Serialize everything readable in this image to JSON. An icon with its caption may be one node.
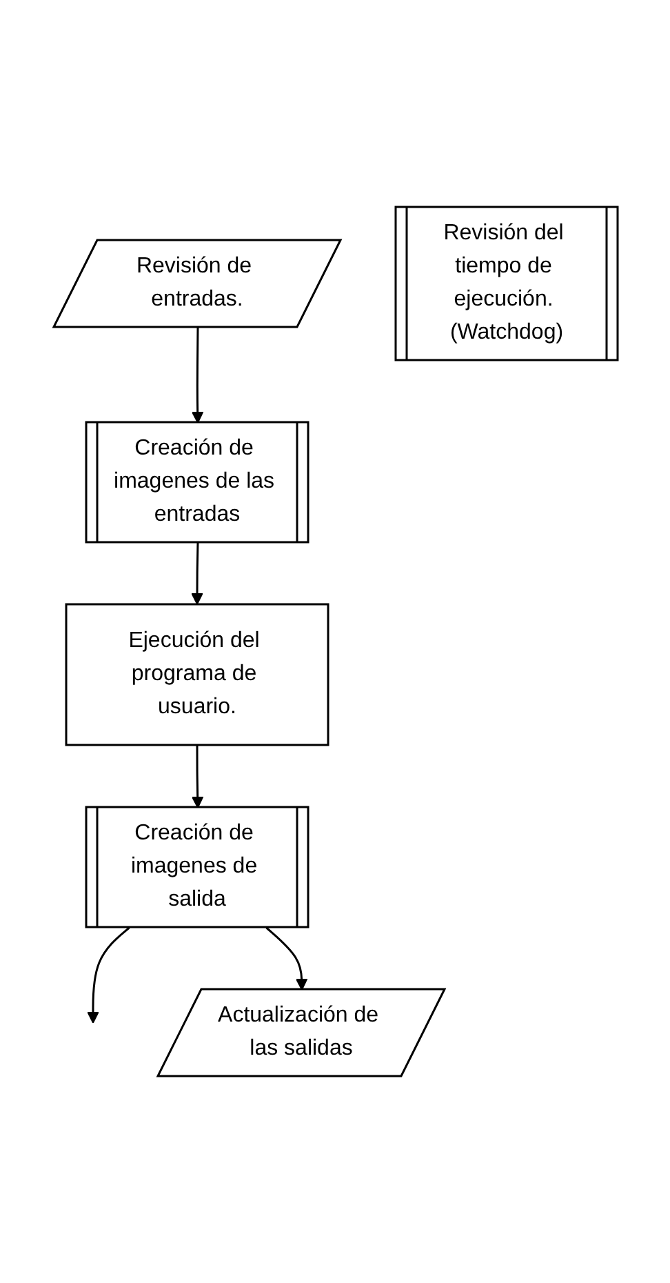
{
  "diagram": {
    "nodes": [
      {
        "text": [
          "Revisión de entradas."
        ]
      },
      {
        "text": [
          "Creación de imagenes de las entradas"
        ]
      },
      {
        "text": [
          "Ejecución del programa de usuario."
        ]
      },
      {
        "text": [
          "Creación de imagenes de salida"
        ]
      },
      {
        "text": [
          "Revisión del tiempo de ejecución. (Watchdog)"
        ]
      },
      {
        "text": [
          "Actualización de las salidas"
        ]
      }
    ],
    "edges": [
      {
        "from": 0,
        "to": 1,
        "arrow": "to"
      },
      {
        "from": 1,
        "to": 2,
        "arrow": "to"
      },
      {
        "from": 2,
        "to": 3,
        "arrow": "to"
      },
      {
        "from": 3,
        "to": null,
        "arrow": "to"
      },
      {
        "from": 3,
        "to": 5,
        "arrow": "to"
      }
    ]
  }
}
